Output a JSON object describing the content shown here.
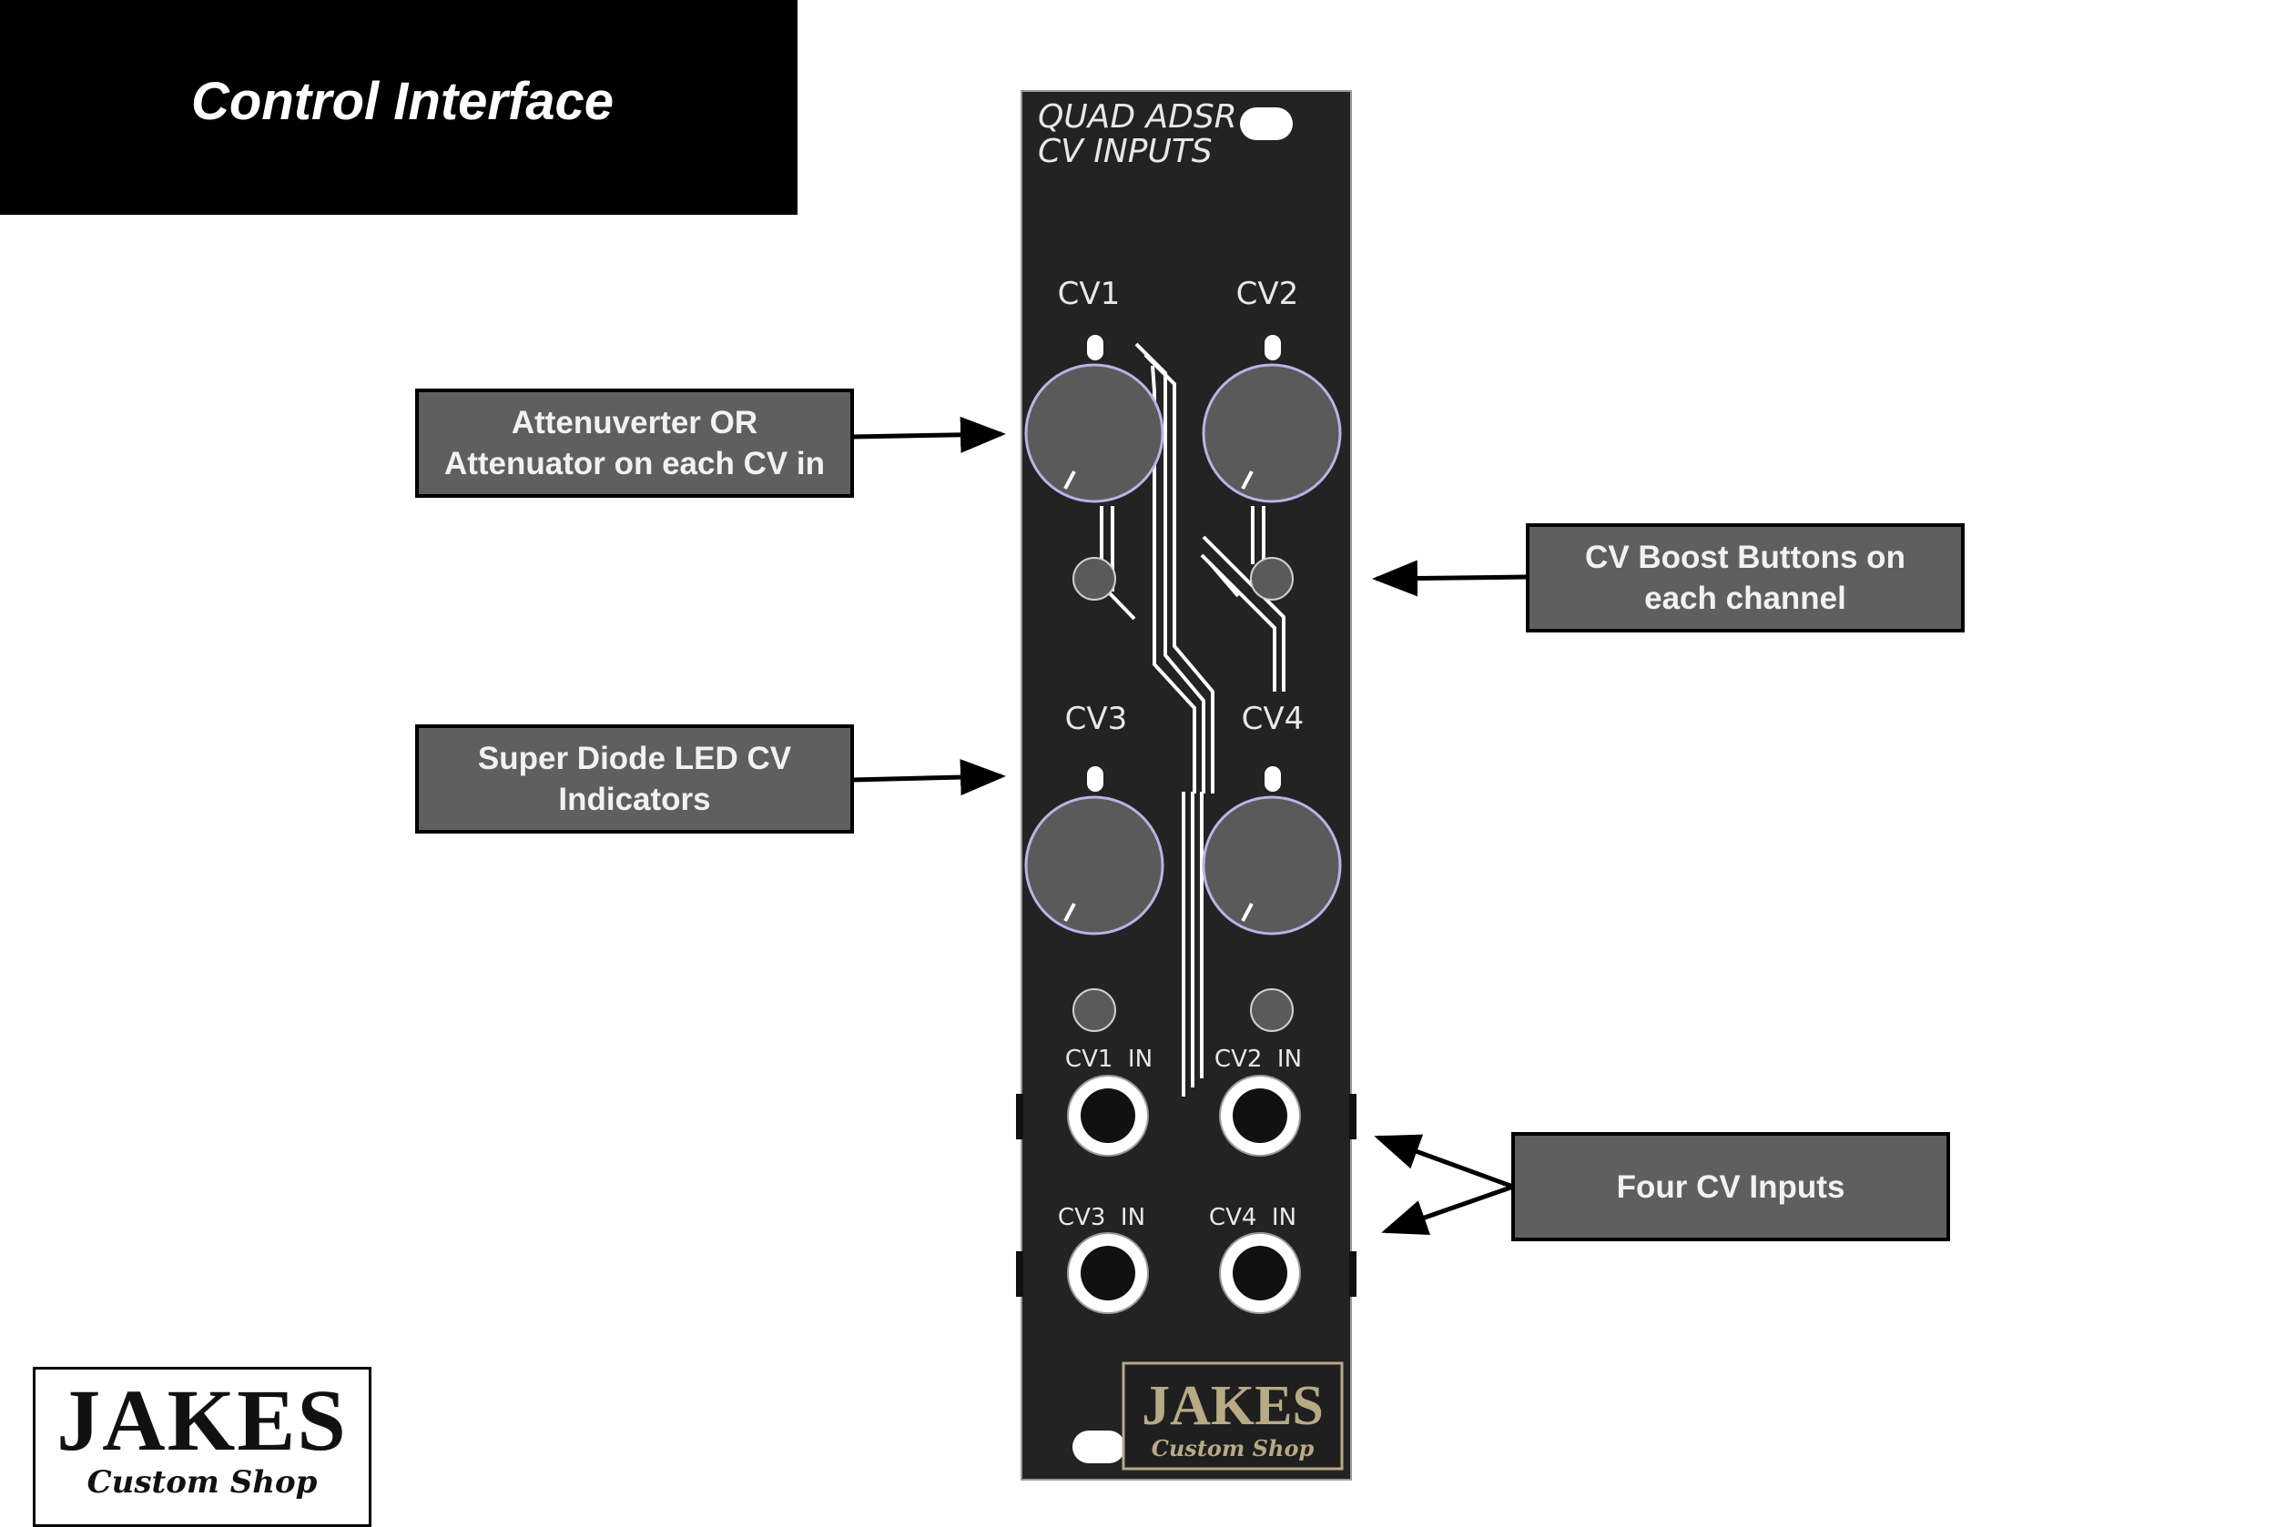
{
  "header": {
    "title": "Control Interface"
  },
  "module": {
    "title_line1": "QUAD ADSR",
    "title_line2": "CV INPUTS",
    "knob_labels": [
      "CV1",
      "CV2",
      "CV3",
      "CV4"
    ],
    "jack_labels": [
      "CV1  IN",
      "CV2  IN",
      "CV3  IN",
      "CV4  IN"
    ],
    "logo_big": "JAKES",
    "logo_small": "Custom Shop"
  },
  "callouts": {
    "attenuverter": "Attenuverter OR\nAttenuator on each CV in",
    "diode": "Super Diode LED CV\nIndicators",
    "boost": "CV Boost Buttons on\neach channel",
    "inputs": "Four CV Inputs"
  },
  "brand": {
    "big": "JAKES",
    "small": "Custom Shop"
  },
  "colors": {
    "panel": "#232323",
    "callout_fill": "#5f5f5f",
    "knob": "#5a5a5a",
    "knob_ring": "#b9b3e6",
    "logo_text": "#b8a987"
  }
}
